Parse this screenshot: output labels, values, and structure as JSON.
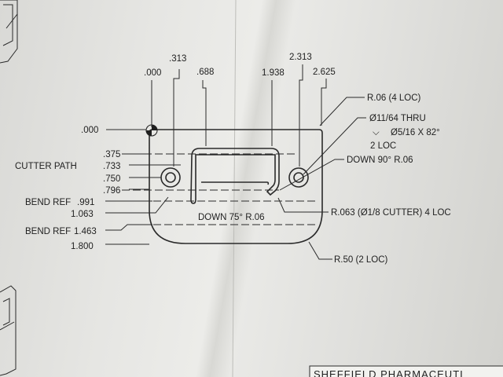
{
  "x_dimensions": {
    "x000": ".000",
    "x313": ".313",
    "x688": ".688",
    "x1938": "1.938",
    "x2313": "2.313",
    "x2625": "2.625"
  },
  "y_dimensions": {
    "y000": ".000",
    "y375": ".375",
    "y733_prefix": "CUTTER PATH",
    "y733": ".733",
    "y750": ".750",
    "y796": ".796",
    "y991_prefix": "BEND REF",
    "y991": ".991",
    "y1063": "1.063",
    "y1463_prefix": "BEND REF",
    "y1463": "1.463",
    "y1800": "1.800"
  },
  "callouts": {
    "corner_radius": "R.06 (4 LOC)",
    "hole_thru": "Ø11/64 THRU",
    "countersink_symbol": "⌵",
    "countersink": "Ø5/16 X 82°",
    "hole_count": "2 LOC",
    "down_90": "DOWN 90° R.06",
    "cutter_radius": "R.063 (Ø1/8 CUTTER) 4 LOC",
    "down_75": "DOWN 75° R.06",
    "bottom_radius": "R.50 (2 LOC)"
  },
  "title_block": {
    "company": "SHEFFIELD PHARMACEUTI"
  }
}
